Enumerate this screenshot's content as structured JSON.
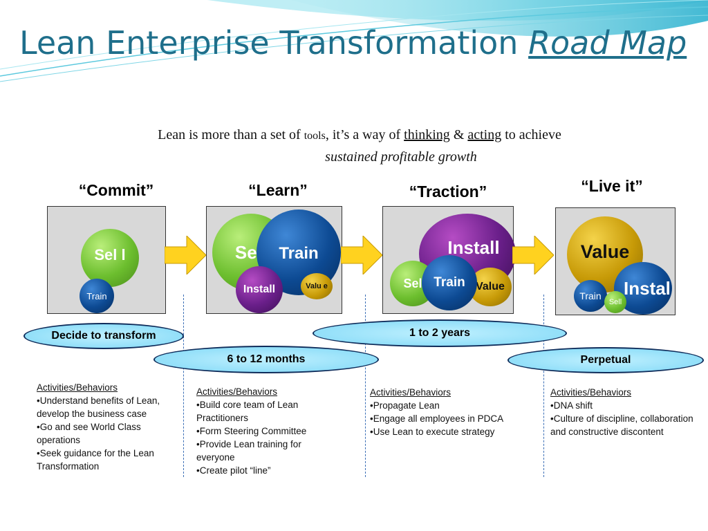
{
  "title": {
    "main": "Lean Enterprise Transformation ",
    "emphasis": "Road Map"
  },
  "subtitle": {
    "part1": "Lean is more than a set of ",
    "tools": "tools",
    "part2": ", it’s a way of ",
    "thinking": "thinking",
    "amp": " & ",
    "acting": "acting",
    "part3": " to achieve",
    "line2": "sustained profitable growth"
  },
  "stages": [
    {
      "label": "“Commit”",
      "circles": {
        "sell": "Sel l",
        "train": "Train"
      }
    },
    {
      "label": "“Learn”",
      "circles": {
        "sell": "Sell",
        "train": "Train",
        "install": "Install",
        "value": "Valu e"
      }
    },
    {
      "label": "“Traction”",
      "circles": {
        "install": "Install",
        "sell": "Sel",
        "train": "Train",
        "value": "Value"
      }
    },
    {
      "label": "“Live it”",
      "circles": {
        "value": "Value",
        "install": "Instal",
        "train": "Train",
        "sell": "Sell"
      }
    }
  ],
  "timelines": {
    "decide": "Decide to  transform",
    "months": "6 to 12 months",
    "years": "1 to 2 years",
    "perpetual": "Perpetual"
  },
  "activities": [
    {
      "heading": "Activities/Behaviors",
      "items": [
        "•Understand benefits of Lean, develop the business case",
        "•Go and see World Class operations",
        "•Seek guidance for the Lean Transformation"
      ]
    },
    {
      "heading": "Activities/Behaviors",
      "items": [
        "•Build core team of Lean Practitioners",
        "•Form Steering Committee",
        "•Provide Lean training for everyone",
        "•Create pilot “line”"
      ]
    },
    {
      "heading": "Activities/Behaviors",
      "items": [
        "•Propagate Lean",
        "•Engage all employees in PDCA",
        "•Use Lean to execute strategy"
      ]
    },
    {
      "heading": "Activities/Behaviors",
      "items": [
        "•DNA shift",
        "•Culture of discipline, collaboration and constructive discontent"
      ]
    }
  ],
  "colors": {
    "title": "#1f6f8b",
    "arrow": "#ffd21f",
    "ellipse": "#7fd8f6"
  }
}
